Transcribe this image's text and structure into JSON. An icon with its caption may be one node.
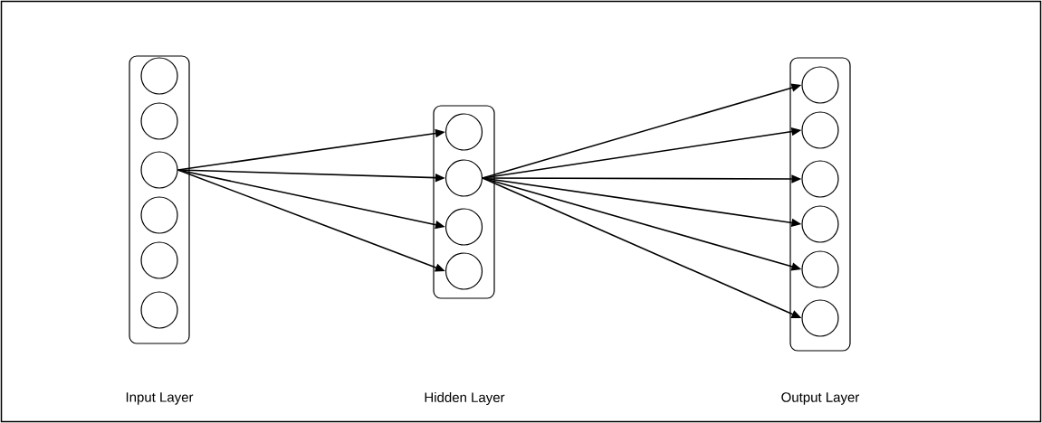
{
  "diagram": {
    "nodes": [
      {
        "text": [],
        "shape": "box"
      },
      {
        "text": [],
        "shape": "circle",
        "in": 0
      },
      {
        "text": [],
        "shape": "circle",
        "in": 0
      },
      {
        "text": [],
        "shape": "circle",
        "in": 0
      },
      {
        "text": [],
        "shape": "circle",
        "in": 0
      },
      {
        "text": [],
        "shape": "circle",
        "in": 0
      },
      {
        "text": [],
        "shape": "circle",
        "in": 0
      },
      {
        "text": [],
        "shape": "box"
      },
      {
        "text": [],
        "shape": "circle",
        "in": 7
      },
      {
        "text": [],
        "shape": "circle",
        "in": 7
      },
      {
        "text": [],
        "shape": "circle",
        "in": 7
      },
      {
        "text": [],
        "shape": "circle",
        "in": 7
      },
      {
        "text": [],
        "shape": "box"
      },
      {
        "text": [],
        "shape": "circle",
        "in": 12
      },
      {
        "text": [],
        "shape": "circle",
        "in": 12
      },
      {
        "text": [],
        "shape": "circle",
        "in": 12
      },
      {
        "text": [],
        "shape": "circle",
        "in": 12
      },
      {
        "text": [],
        "shape": "circle",
        "in": 12
      },
      {
        "text": [],
        "shape": "circle",
        "in": 12
      }
    ],
    "edges": [
      {
        "from": 3,
        "to": 8,
        "arrow": "to"
      },
      {
        "from": 3,
        "to": 9,
        "arrow": "to"
      },
      {
        "from": 3,
        "to": 10,
        "arrow": "to"
      },
      {
        "from": 3,
        "to": 11,
        "arrow": "to"
      },
      {
        "from": 9,
        "to": 13,
        "arrow": "to"
      },
      {
        "from": 9,
        "to": 14,
        "arrow": "to"
      },
      {
        "from": 9,
        "to": 15,
        "arrow": "to"
      },
      {
        "from": 9,
        "to": 16,
        "arrow": "to"
      },
      {
        "from": 9,
        "to": 17,
        "arrow": "to"
      },
      {
        "from": 9,
        "to": 18,
        "arrow": "to"
      }
    ],
    "labels": [
      "Input Layer",
      "Hidden Layer",
      "Output Layer"
    ]
  }
}
